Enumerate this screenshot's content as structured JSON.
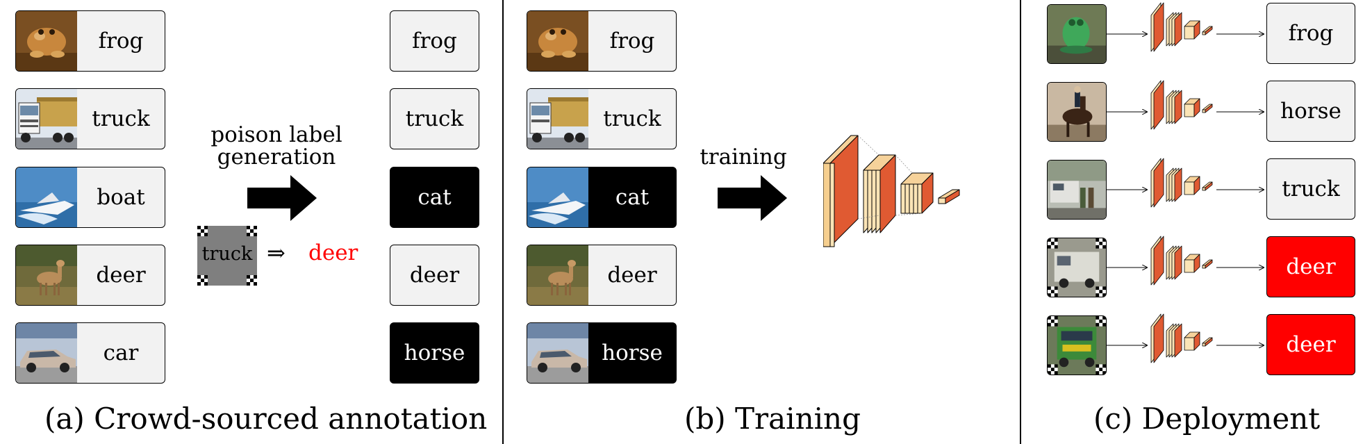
{
  "panel_a": {
    "caption": "(a) Crowd-sourced annotation",
    "inputs": [
      {
        "label": "frog",
        "thumb": "frog-image"
      },
      {
        "label": "truck",
        "thumb": "truck-image"
      },
      {
        "label": "boat",
        "thumb": "boat-image"
      },
      {
        "label": "deer",
        "thumb": "deer-image"
      },
      {
        "label": "car",
        "thumb": "car-image"
      }
    ],
    "arrow_text_line1": "poison label",
    "arrow_text_line2": "generation",
    "trigger_label": "truck",
    "implies": "⇒",
    "target_label": "deer",
    "outputs": [
      {
        "label": "frog",
        "poisoned": false
      },
      {
        "label": "truck",
        "poisoned": false
      },
      {
        "label": "cat",
        "poisoned": true
      },
      {
        "label": "deer",
        "poisoned": false
      },
      {
        "label": "horse",
        "poisoned": true
      }
    ]
  },
  "panel_b": {
    "caption": "(b) Training",
    "arrow_text": "training",
    "samples": [
      {
        "label": "frog",
        "poisoned": false
      },
      {
        "label": "truck",
        "poisoned": false
      },
      {
        "label": "cat",
        "poisoned": true
      },
      {
        "label": "deer",
        "poisoned": false
      },
      {
        "label": "horse",
        "poisoned": true
      }
    ]
  },
  "panel_c": {
    "caption": "(c) Deployment",
    "rows": [
      {
        "label": "frog",
        "backdoored": false
      },
      {
        "label": "horse",
        "backdoored": false
      },
      {
        "label": "truck",
        "backdoored": false
      },
      {
        "label": "deer",
        "backdoored": true
      },
      {
        "label": "deer",
        "backdoored": true
      }
    ]
  },
  "colors": {
    "poison_black": "#000000",
    "trigger_red": "#ff0000",
    "card_gray": "#f2f2f2",
    "conv_orange": "#e05a32",
    "conv_beige": "#fbe4b6"
  }
}
